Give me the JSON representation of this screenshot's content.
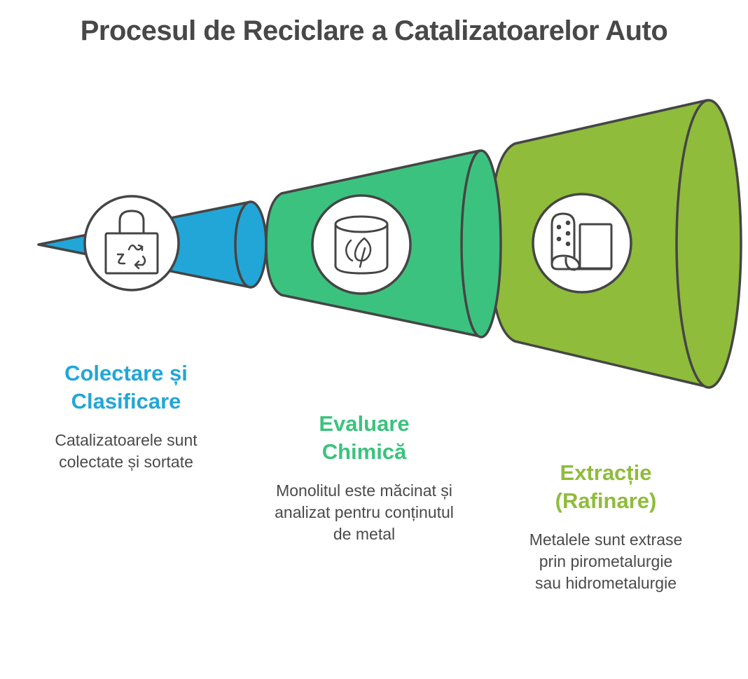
{
  "title": "Procesul de Reciclare a Catalizatoarelor Auto",
  "colors": {
    "stroke": "#454545",
    "step1": "#22A6D8",
    "step2": "#3CC27F",
    "step3": "#8FBC3B",
    "text": "#4a4a4a"
  },
  "steps": [
    {
      "heading_line1": "Colectare și",
      "heading_line2": "Clasificare",
      "description": "Catalizatoarele sunt colectate și sortate",
      "icon": "recycle-bag-icon",
      "color": "#22A6D8"
    },
    {
      "heading_line1": "Evaluare",
      "heading_line2": "Chimică",
      "description": "Monolitul este măcinat și analizat pentru conținutul de metal",
      "icon": "eco-container-icon",
      "color": "#3CC27F"
    },
    {
      "heading_line1": "Extracție",
      "heading_line2": "(Rafinare)",
      "description": "Metalele sunt extrase prin pirometalurgie sau hidrometalurgie",
      "icon": "scroll-roll-icon",
      "color": "#8FBC3B"
    }
  ]
}
